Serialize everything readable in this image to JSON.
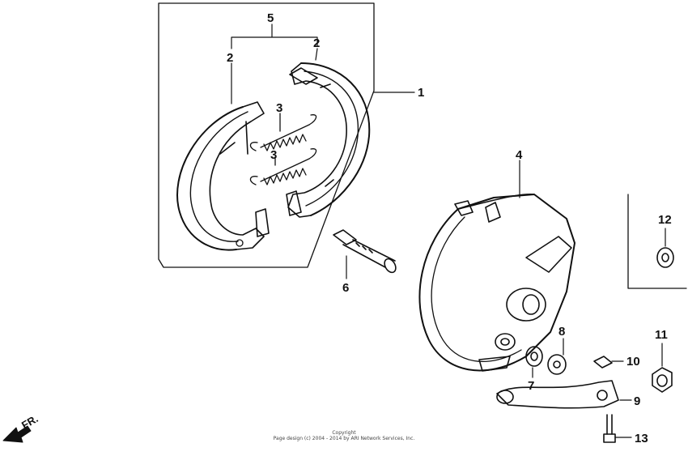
{
  "diagram": {
    "parts": {
      "p1": "1",
      "p2a": "2",
      "p2b": "2",
      "p3a": "3",
      "p3b": "3",
      "p4": "4",
      "p5": "5",
      "p6": "6",
      "p7": "7",
      "p8": "8",
      "p9": "9",
      "p10": "10",
      "p11": "11",
      "p12": "12",
      "p13": "13"
    },
    "direction_label": "FR.",
    "copyright_line1": "Copyright",
    "copyright_line2": "Page design (c) 2004 - 2014 by ARI Network Services, Inc."
  }
}
